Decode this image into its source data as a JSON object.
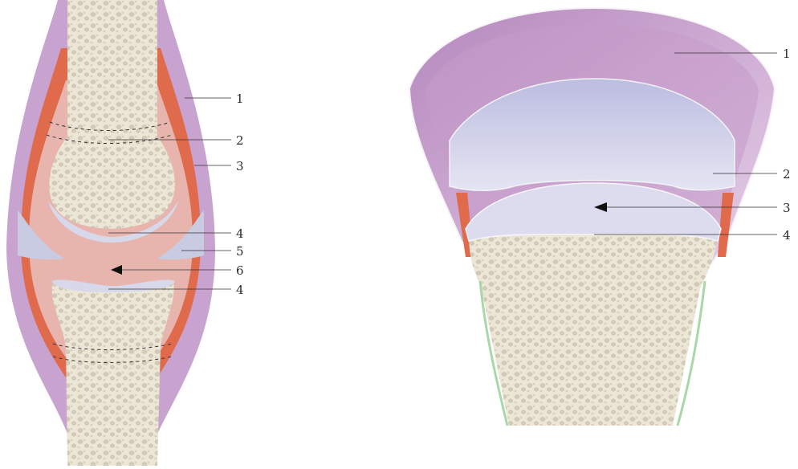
{
  "left_panel": {
    "labels": [
      {
        "id": "l1",
        "text": "1"
      },
      {
        "id": "l2",
        "text": "2"
      },
      {
        "id": "l3",
        "text": "3"
      },
      {
        "id": "l4a",
        "text": "4"
      },
      {
        "id": "l5",
        "text": "5"
      },
      {
        "id": "l6",
        "text": "6"
      },
      {
        "id": "l4b",
        "text": "4"
      }
    ]
  },
  "right_panel": {
    "labels": [
      {
        "id": "r1",
        "text": "1"
      },
      {
        "id": "r2",
        "text": "2"
      },
      {
        "id": "r3",
        "text": "3"
      },
      {
        "id": "r4",
        "text": "4"
      }
    ]
  },
  "colors": {
    "capsule": "#c9a3d0",
    "bone": "#ece6d6",
    "cartilage": "#d7d8ea",
    "synovial": "#e8b4ae",
    "membrane": "#e06a4c",
    "periosteum": "#a8d8a8"
  }
}
